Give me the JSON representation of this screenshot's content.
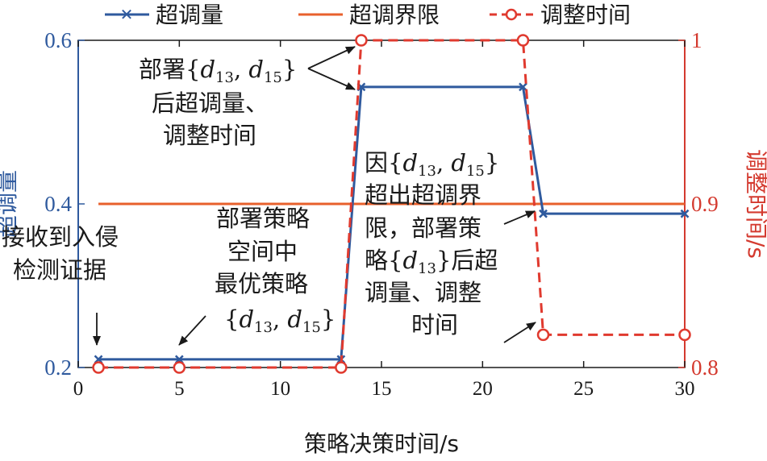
{
  "chart_data": {
    "type": "line",
    "xlabel": "策略决策时间/s",
    "ylabel_left": "超调量",
    "ylabel_right": "调整时间/s",
    "xlim": [
      0,
      30
    ],
    "ylim_left": [
      0.2,
      0.6
    ],
    "ylim_right": [
      0.8,
      1.0
    ],
    "x_ticks": [
      "0",
      "5",
      "10",
      "15",
      "20",
      "25",
      "30"
    ],
    "y_ticks_left": [
      "0.2",
      "0.4",
      "0.6"
    ],
    "y_ticks_right": [
      "0.8",
      "0.9",
      "1"
    ],
    "grid": false,
    "legend_position": "top",
    "series": [
      {
        "name": "超调量",
        "axis": "left",
        "color": "#2f5a9e",
        "style": "solid",
        "marker": "x",
        "x": [
          1,
          5,
          13,
          14,
          22,
          23,
          30
        ],
        "y": [
          0.21,
          0.21,
          0.21,
          0.543,
          0.543,
          0.388,
          0.388
        ]
      },
      {
        "name": "超调界限",
        "axis": "left",
        "color": "#e8602c",
        "style": "solid",
        "marker": "none",
        "x": [
          1,
          30
        ],
        "y": [
          0.4,
          0.4
        ]
      },
      {
        "name": "调整时间",
        "axis": "right",
        "color": "#e03a2f",
        "style": "dashed",
        "marker": "o",
        "x": [
          1,
          5,
          13,
          14,
          22,
          23,
          30
        ],
        "y": [
          0.8,
          0.8,
          0.8,
          1.0,
          1.0,
          0.82,
          0.82
        ]
      }
    ]
  },
  "annotations": {
    "deploy_top": {
      "l1a": "部署{",
      "l1b": "d",
      "l1c": "13",
      "l1d": ", ",
      "l1e": "d",
      "l1f": "15",
      "l1g": "}",
      "l2": "后超调量、",
      "l3": "调整时间"
    },
    "because": {
      "l1a": "因{",
      "l1b": "d",
      "l1c": "13",
      "l1d": ", ",
      "l1e": "d",
      "l1f": "15",
      "l1g": "}",
      "l2": "超出超调界",
      "l3": "限，部署策",
      "l4a": "略{",
      "l4b": "d",
      "l4c": "13",
      "l4d": "}后超",
      "l5": "调量、调整",
      "l6": "时间"
    },
    "deploy_opt": {
      "l1": "部署策略",
      "l2": "空间中",
      "l3": "最优策略",
      "l4a": "{",
      "l4b": "d",
      "l4c": "13",
      "l4d": ", ",
      "l4e": "d",
      "l4f": "15",
      "l4g": "}"
    },
    "receive": {
      "l1": "接收到入侵",
      "l2": "检测证据"
    }
  }
}
